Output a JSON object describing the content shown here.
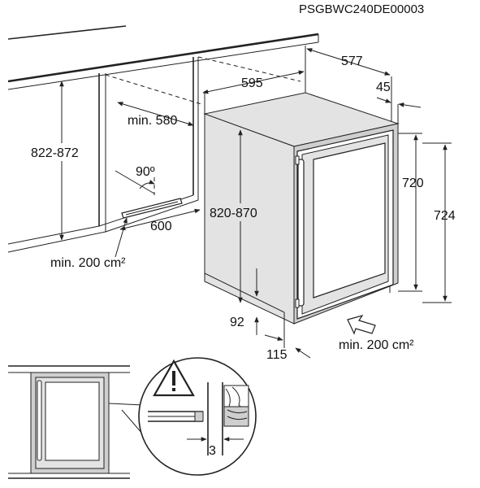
{
  "drawing": {
    "code": "PSGBWC240DE00003"
  },
  "dimensions": {
    "depth_577": "577",
    "width_595": "595",
    "offset_45": "45",
    "min_580": "min. 580",
    "niche_height": "822-872",
    "angle_90": "90º",
    "depth_600": "600",
    "min_vent_left": "min. 200 cm²",
    "height_820_870": "820-870",
    "height_720": "720",
    "height_724": "724",
    "plinth_92": "92",
    "plinth_115": "115",
    "min_vent_right": "min. 200 cm²",
    "gap_3": "3"
  },
  "icons": {
    "warning": "warning-triangle-icon"
  }
}
